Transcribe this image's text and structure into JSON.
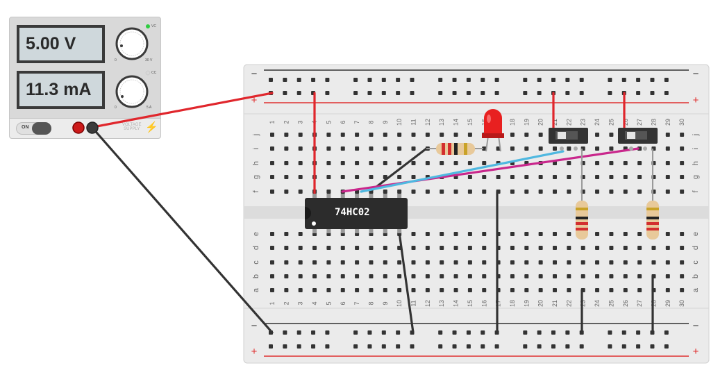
{
  "power_supply": {
    "voltage_display": "5.00 V",
    "current_display": "11.3 mA",
    "voltage_knob_min": "0",
    "voltage_knob_max": "30 V",
    "current_knob_min": "0",
    "current_knob_max": "5 A",
    "cv_label": "VC",
    "cc_label": "CC",
    "on_label": "ON",
    "brand_line1": "VOLTAGE",
    "brand_line2": "SUPPLY",
    "cv_led_color": "#2ecc40",
    "cc_led_color": "#d8d8d8"
  },
  "breadboard": {
    "minus_symbol": "−",
    "plus_symbol": "+",
    "row_letters_top": [
      "j",
      "i",
      "h",
      "g",
      "f"
    ],
    "row_letters_bottom": [
      "e",
      "d",
      "c",
      "b",
      "a"
    ],
    "column_numbers": [
      "1",
      "2",
      "3",
      "4",
      "5",
      "6",
      "7",
      "8",
      "9",
      "10",
      "11",
      "12",
      "13",
      "14",
      "15",
      "16",
      "17",
      "18",
      "19",
      "20",
      "21",
      "22",
      "23",
      "24",
      "25",
      "26",
      "27",
      "28",
      "29",
      "30"
    ],
    "rail_red": "#e03131",
    "rail_black": "#333333"
  },
  "chip": {
    "label": "74HC02"
  },
  "led": {
    "color": "#e82020"
  },
  "wire_colors": {
    "red": "#e0262c",
    "black": "#333333",
    "blue": "#4fb8e0",
    "magenta": "#c9278c"
  }
}
